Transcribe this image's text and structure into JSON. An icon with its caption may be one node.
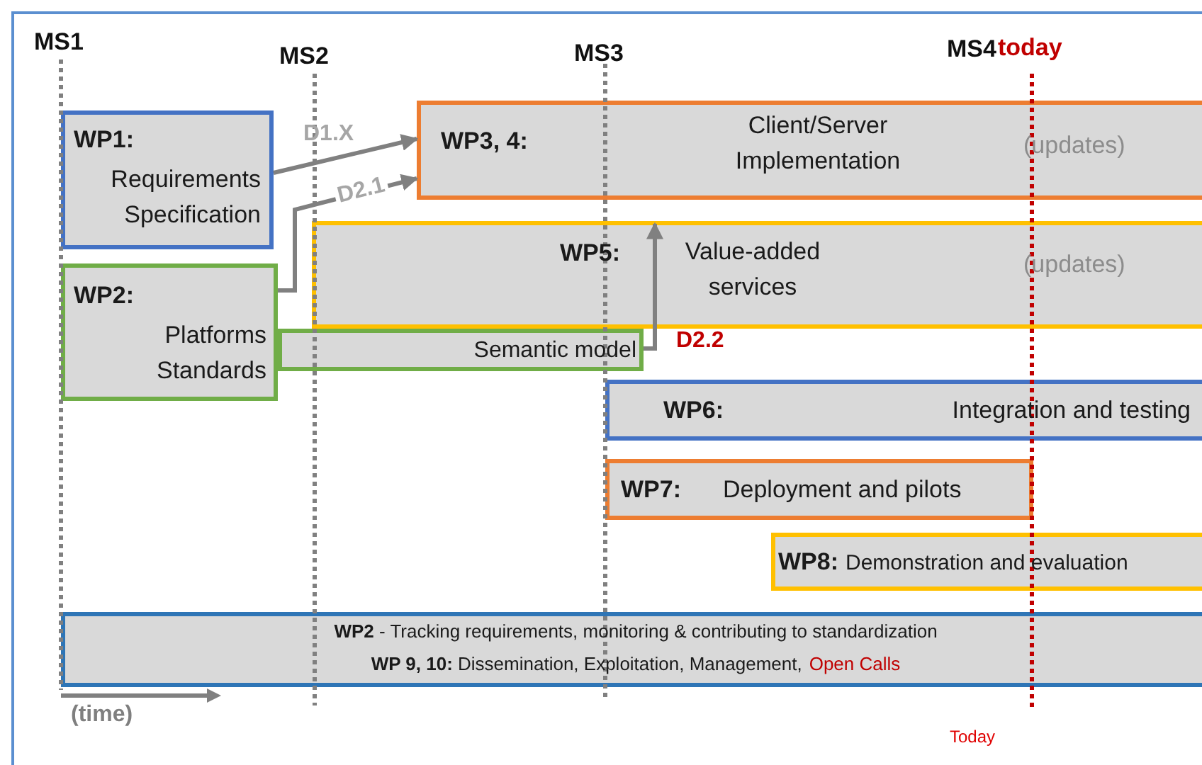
{
  "diagram": {
    "nodes": [
      {
        "text": [
          "WP1:",
          "Requirements Specification"
        ]
      },
      {
        "text": [
          "WP2:",
          "Platforms Standards"
        ]
      },
      {
        "text": [
          "WP3, 4:",
          "Client/Server Implementation",
          "(updates)"
        ]
      },
      {
        "text": [
          "WP5:",
          "Value-added services",
          "(updates)"
        ]
      },
      {
        "text": [
          "Semantic model"
        ]
      },
      {
        "text": [
          "WP6:",
          "Integration and testing"
        ]
      },
      {
        "text": [
          "WP7:",
          "Deployment and pilots"
        ]
      },
      {
        "text": [
          "WP8:",
          "Demonstration and evaluation"
        ]
      },
      {
        "text": [
          "**WP2** - Tracking requirements, monitoring & contributing to standardization",
          "**WP 9, 10:** Dissemination, Exploitation, Management,",
          "Open Calls"
        ]
      }
    ],
    "edges": [
      {
        "from": 0,
        "to": 2,
        "arrow": "to",
        "label": "D1.X"
      },
      {
        "from": 1,
        "to": 2,
        "arrow": "to",
        "label": "D2.1"
      },
      {
        "from": 4,
        "to": 3,
        "arrow": "to",
        "label": "D2.2"
      }
    ],
    "labels": [
      "MS1",
      "MS2",
      "MS3",
      "MS4",
      "today",
      "(time)",
      "Today"
    ]
  }
}
